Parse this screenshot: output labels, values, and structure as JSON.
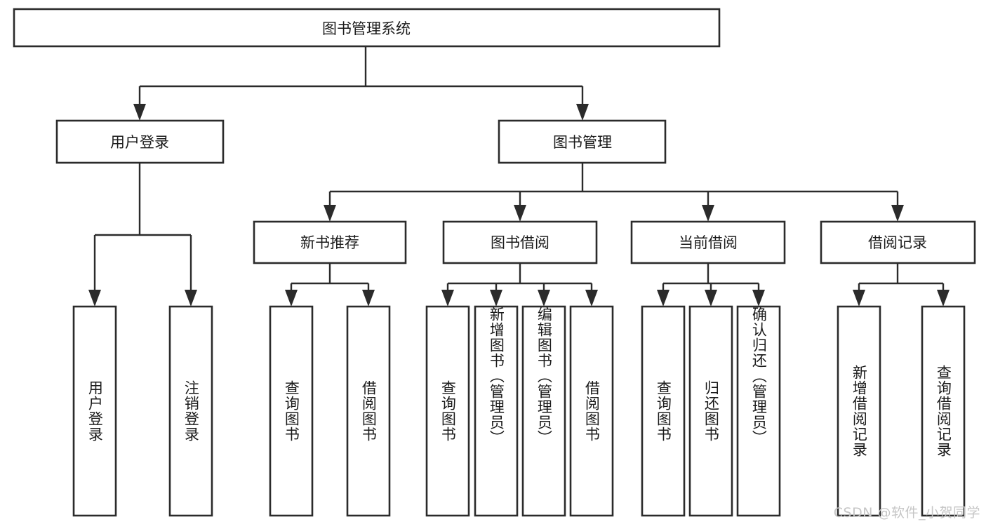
{
  "diagram": {
    "type": "tree",
    "title": "图书管理系统",
    "orientation": "top-down",
    "watermark": "CSDN @软件_小贺同学",
    "colors": {
      "box_stroke": "#2b2b2b",
      "box_fill": "#ffffff",
      "connector": "#2b2b2b",
      "text": "#1a1a1a",
      "watermark": "#c6c6c6",
      "background": "#ffffff"
    },
    "levels": {
      "root": {
        "label": "图书管理系统"
      },
      "level2": [
        {
          "label": "用户登录"
        },
        {
          "label": "图书管理"
        }
      ],
      "level3": [
        {
          "label": "新书推荐",
          "parent": "图书管理"
        },
        {
          "label": "图书借阅",
          "parent": "图书管理"
        },
        {
          "label": "当前借阅",
          "parent": "图书管理"
        },
        {
          "label": "借阅记录",
          "parent": "图书管理"
        }
      ],
      "leaves": [
        {
          "label": "用户登录",
          "parent": "用户登录"
        },
        {
          "label": "注销登录",
          "parent": "用户登录"
        },
        {
          "label": "查询图书",
          "parent": "新书推荐"
        },
        {
          "label": "借阅图书",
          "parent": "新书推荐"
        },
        {
          "label": "查询图书",
          "parent": "图书借阅"
        },
        {
          "label": "新增图书（管理员）",
          "parent": "图书借阅"
        },
        {
          "label": "编辑图书（管理员）",
          "parent": "图书借阅"
        },
        {
          "label": "借阅图书",
          "parent": "图书借阅"
        },
        {
          "label": "查询图书",
          "parent": "当前借阅"
        },
        {
          "label": "归还图书",
          "parent": "当前借阅"
        },
        {
          "label": "确认归还（管理员）",
          "parent": "当前借阅"
        },
        {
          "label": "新增借阅记录",
          "parent": "借阅记录"
        },
        {
          "label": "查询借阅记录",
          "parent": "借阅记录"
        }
      ]
    }
  }
}
